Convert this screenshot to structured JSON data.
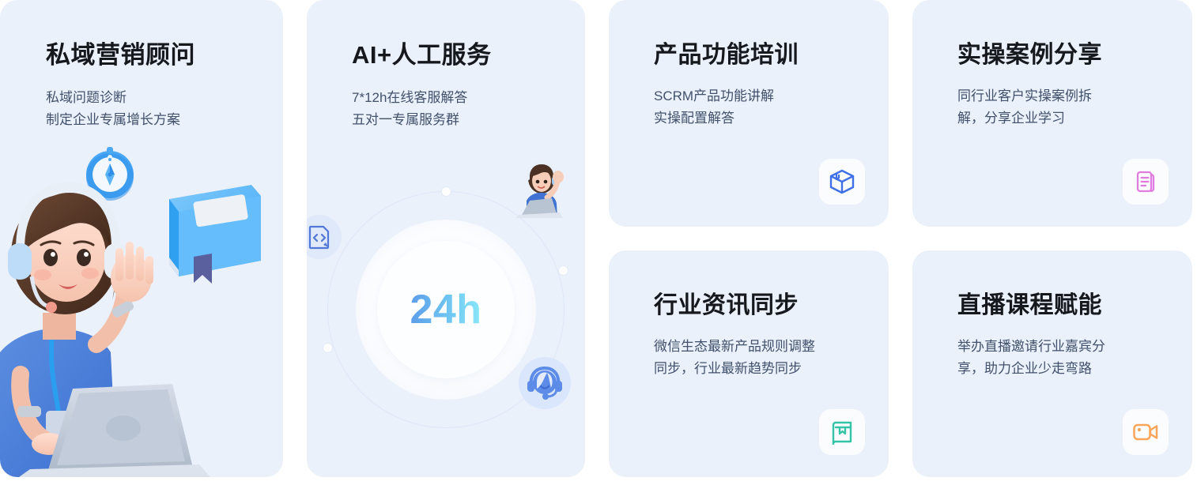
{
  "cards": [
    {
      "title": "私域营销顾问",
      "desc_line1": "私域问题诊断",
      "desc_line2": "制定企业专属增长方案",
      "illustration": "customer-service-agent-3d"
    },
    {
      "title": "AI+人工服务",
      "desc_line1": "7*12h在线客服解答",
      "desc_line2": "五对一专属服务群",
      "hours_label": "24h",
      "badges": [
        "code-file-icon",
        "support-headset-icon",
        "agent-avatar-3d"
      ]
    },
    {
      "title": "产品功能培训",
      "desc_line1": "SCRM产品功能讲解",
      "desc_line2": "实操配置解答",
      "icon": "cube-box-icon",
      "icon_color": "#4070e8"
    },
    {
      "title": "实操案例分享",
      "desc_line1": "同行业客户实操案例拆",
      "desc_line2": "解，分享企业学习",
      "icon": "documents-icon",
      "icon_color": "#e07be0"
    },
    {
      "title": "行业资讯同步",
      "desc_line1": "微信生态最新产品规则调整",
      "desc_line2": "同步，行业最新趋势同步",
      "icon": "book-bookmark-icon",
      "icon_color": "#33c4a8"
    },
    {
      "title": "直播课程赋能",
      "desc_line1": "举办直播邀请行业嘉宾分",
      "desc_line2": "享，助力企业少走弯路",
      "icon": "video-camera-icon",
      "icon_color": "#f9a65a"
    }
  ],
  "theme": {
    "card_background": "#ebf1fb",
    "page_background": "#ffffff",
    "title_color": "#15181d",
    "desc_color": "#41506b",
    "icon_tile_background": "#fbfcfe",
    "hours_gradient_from": "#5c9ce9",
    "hours_gradient_to": "#8ae8f8"
  }
}
